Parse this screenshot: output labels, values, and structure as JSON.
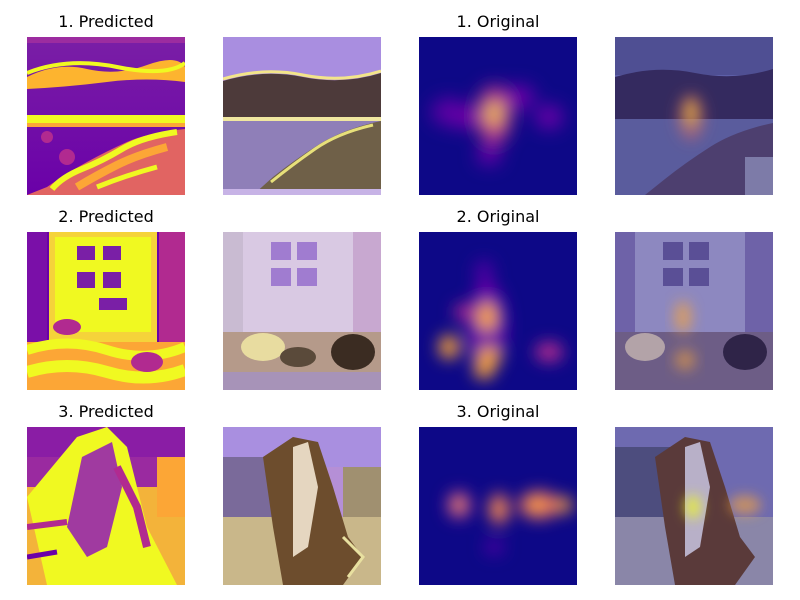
{
  "figure": {
    "rows": [
      {
        "predicted_title": "1. Predicted",
        "original_title": "1. Original",
        "panels": [
          {
            "kind": "predicted-heatmap",
            "scene": "lake"
          },
          {
            "kind": "predicted-overlay",
            "scene": "lake"
          },
          {
            "kind": "original-heatmap",
            "scene": "lake"
          },
          {
            "kind": "original-overlay",
            "scene": "lake"
          }
        ]
      },
      {
        "predicted_title": "2. Predicted",
        "original_title": "2. Original",
        "panels": [
          {
            "kind": "predicted-heatmap",
            "scene": "living-room"
          },
          {
            "kind": "predicted-overlay",
            "scene": "living-room"
          },
          {
            "kind": "original-heatmap",
            "scene": "living-room"
          },
          {
            "kind": "original-overlay",
            "scene": "living-room"
          }
        ]
      },
      {
        "predicted_title": "3. Predicted",
        "original_title": "3. Original",
        "panels": [
          {
            "kind": "predicted-heatmap",
            "scene": "horse"
          },
          {
            "kind": "predicted-overlay",
            "scene": "horse"
          },
          {
            "kind": "original-heatmap",
            "scene": "horse"
          },
          {
            "kind": "original-overlay",
            "scene": "horse"
          }
        ]
      }
    ],
    "colors": {
      "plasma_low": "#0d0887",
      "plasma_mid_low": "#6a00a8",
      "plasma_mid": "#b12a90",
      "plasma_mid_high": "#e16462",
      "plasma_high": "#fca636",
      "plasma_top": "#f0f921"
    }
  }
}
